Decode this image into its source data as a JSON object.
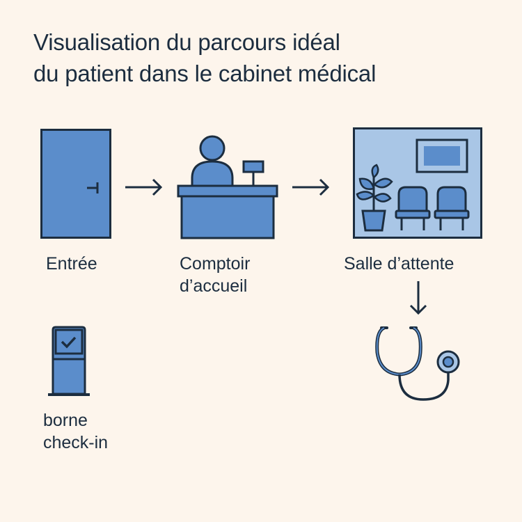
{
  "title": {
    "line1": "Visualisation du parcours idéal",
    "line2": "du patient dans le cabinet médical"
  },
  "steps": [
    {
      "label": "Entrée",
      "icon": "door-icon"
    },
    {
      "label_line1": "Comptoir",
      "label_line2": "d’accueil",
      "icon": "reception-desk-icon"
    },
    {
      "label": "Salle d’attente",
      "icon": "waiting-room-icon"
    },
    {
      "icon": "stethoscope-icon"
    }
  ],
  "kiosk": {
    "label_line1": "borne",
    "label_line2": "check-in",
    "icon": "check-in-kiosk-icon"
  },
  "colors": {
    "background": "#fdf5ec",
    "stroke": "#1c2d3f",
    "fill_primary": "#5b8dcb",
    "fill_light": "#a9c6e6"
  }
}
